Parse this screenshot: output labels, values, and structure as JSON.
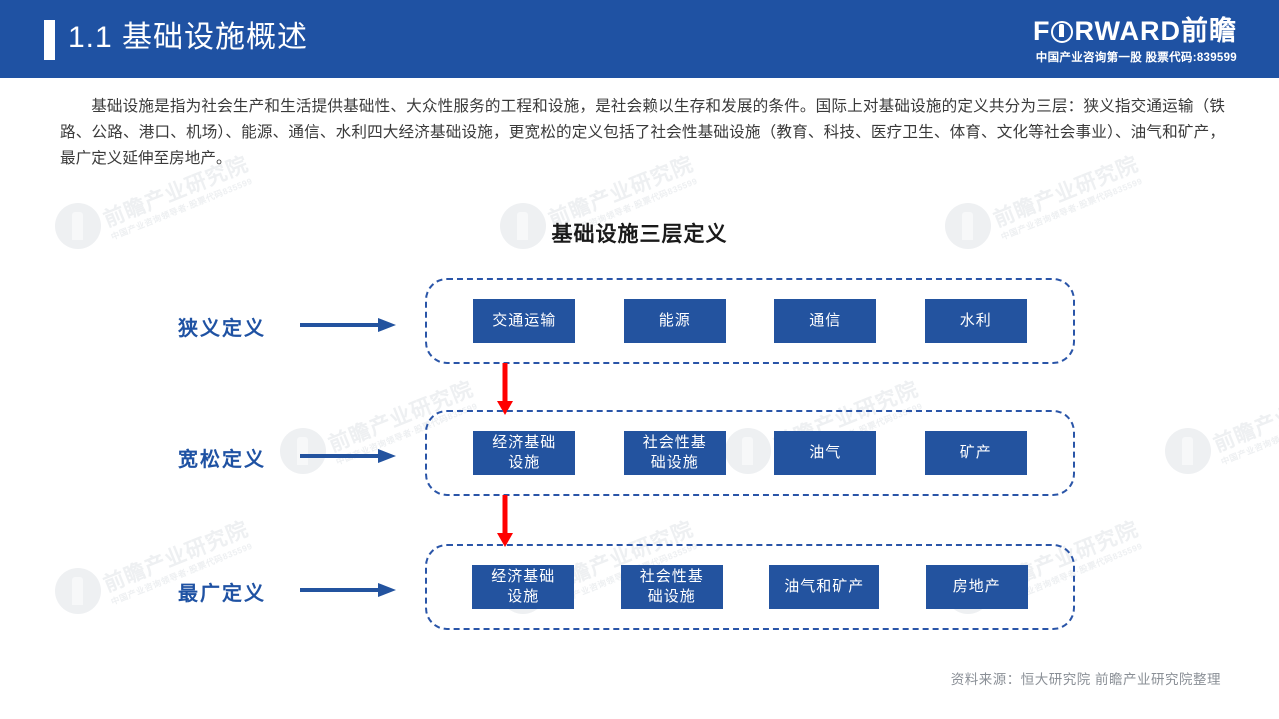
{
  "header": {
    "section_number": "1.1",
    "title": "1.1  基础设施概述",
    "logo": {
      "brand_latin_pre": "F",
      "brand_latin_post": "RWARD",
      "brand_cn": "前瞻",
      "subtitle": "中国产业咨询第一股  股票代码:839599"
    },
    "bar_color": "#1f52a3"
  },
  "intro": {
    "paragraph": "基础设施是指为社会生产和生活提供基础性、大众性服务的工程和设施，是社会赖以生存和发展的条件。国际上对基础设施的定义共分为三层：狭义指交通运输（铁路、公路、港口、机场）、能源、通信、水利四大经济基础设施，更宽松的定义包括了社会性基础设施（教育、科技、医疗卫生、体育、文化等社会事业）、油气和矿产，最广定义延伸至房地产。"
  },
  "diagram": {
    "title": "基础设施三层定义",
    "accent_color": "#23539f",
    "dash_color": "#2a55a8",
    "arrow_color": "#ff0000",
    "rows": [
      {
        "label": "狭义定义",
        "nodes": [
          "交通运输",
          "能源",
          "通信",
          "水利"
        ]
      },
      {
        "label": "宽松定义",
        "nodes": [
          "经济基础\n设施",
          "社会性基\n础设施",
          "油气",
          "矿产"
        ]
      },
      {
        "label": "最广定义",
        "nodes": [
          "经济基础\n设施",
          "社会性基\n础设施",
          "油气和矿产",
          "房地产"
        ]
      }
    ]
  },
  "footer": {
    "source": "资料来源：恒大研究院 前瞻产业研究院整理"
  },
  "watermark": {
    "line1": "前瞻产业研究院",
    "line2": "中国产业咨询领导者·股票代码835599"
  }
}
